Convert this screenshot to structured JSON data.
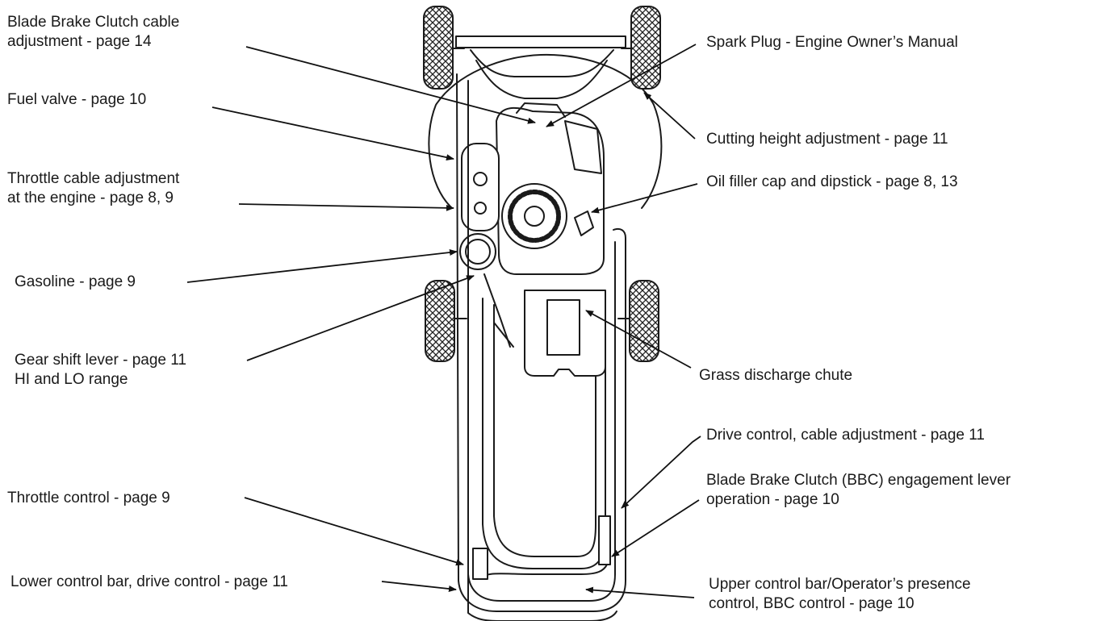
{
  "labels": {
    "bbc_cable": [
      "Blade Brake Clutch cable",
      "adjustment - page 14"
    ],
    "fuel_valve": [
      "Fuel valve - page 10"
    ],
    "throttle_cable": [
      "Throttle cable adjustment",
      "at the engine - page 8, 9"
    ],
    "gasoline": [
      "Gasoline - page 9"
    ],
    "gear_shift": [
      "Gear shift lever - page 11",
      "HI and LO range"
    ],
    "throttle_control": [
      "Throttle control - page 9"
    ],
    "lower_bar": [
      "Lower control bar, drive control - page 11"
    ],
    "spark_plug": [
      "Spark Plug - Engine Owner’s Manual"
    ],
    "cutting_height": [
      "Cutting height adjustment - page 11"
    ],
    "oil_filler": [
      "Oil filler cap and dipstick - page 8, 13"
    ],
    "chute": [
      "Grass discharge chute"
    ],
    "drive_cable": [
      "Drive control, cable adjustment - page 11"
    ],
    "bbc_lever": [
      "Blade Brake Clutch (BBC) engagement lever",
      "operation - page 10"
    ],
    "upper_bar": [
      "Upper control bar/Operator’s presence",
      "control, BBC control - page 10"
    ]
  }
}
